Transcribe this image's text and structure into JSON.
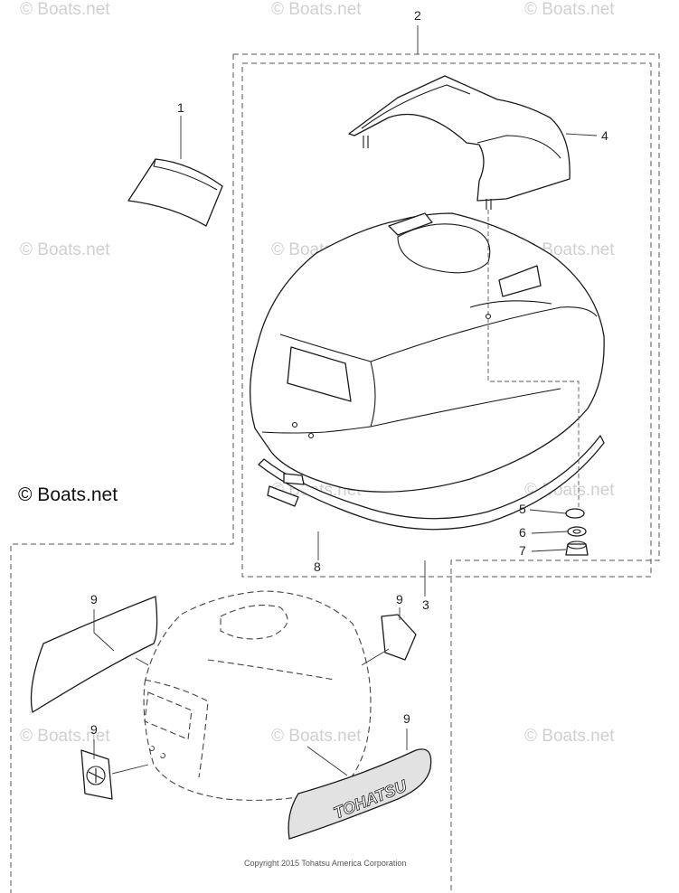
{
  "callouts": {
    "c1": "1",
    "c2": "2",
    "c3": "3",
    "c4": "4",
    "c5": "5",
    "c6": "6",
    "c7": "7",
    "c8": "8",
    "c9a": "9",
    "c9b": "9",
    "c9c": "9",
    "c9d": "9"
  },
  "watermark": {
    "text": "© Boats.net",
    "dark_text": "© Boats.net"
  },
  "decal_text": "TOHATSU",
  "copyright": "Copyright 2015 Tohatsu America Corporation",
  "colors": {
    "line": "#1a1a1a",
    "watermark": "#d0d0d0",
    "decal_fill": "#e2e2e2"
  }
}
